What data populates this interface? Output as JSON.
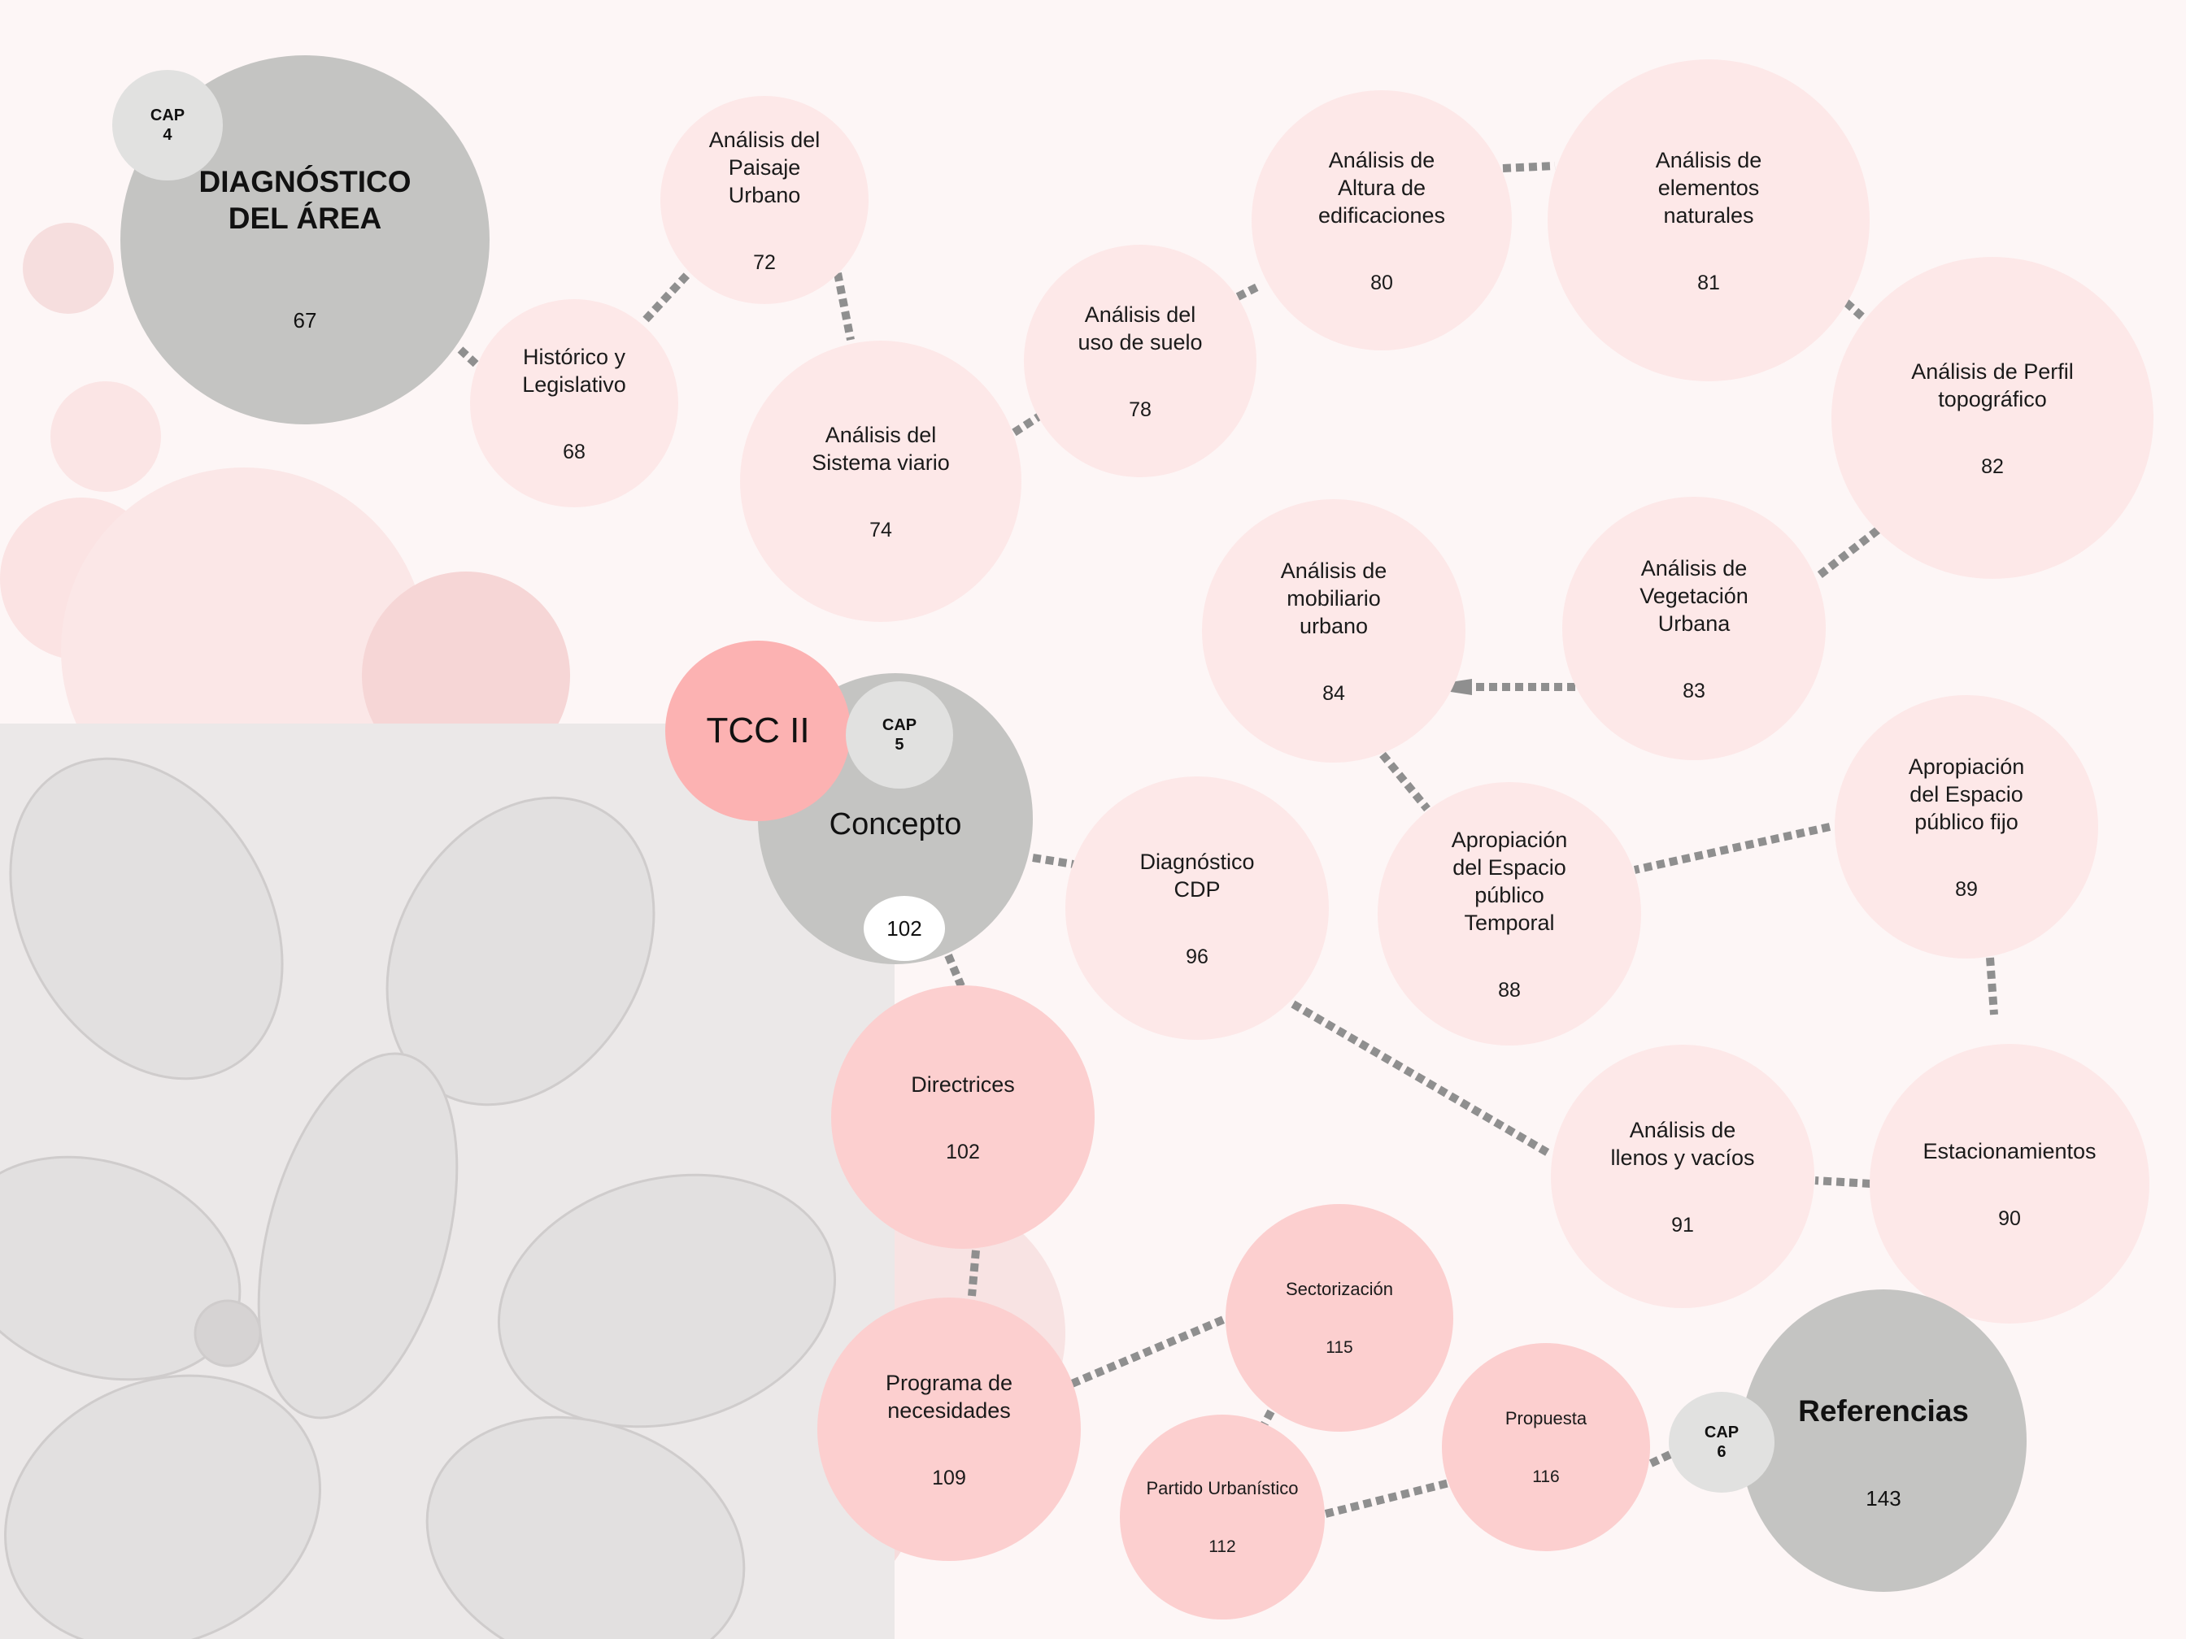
{
  "title_node": {
    "cap": "CAP\n4",
    "label": "DIAGNÓSTICO\nDEL ÁREA",
    "page": "67"
  },
  "concept_node": {
    "cap": "CAP\n5",
    "label": "Concepto",
    "page": "102",
    "tag": "TCC II"
  },
  "ref_node": {
    "cap": "CAP\n6",
    "label": "Referencias",
    "page": "143"
  },
  "topics": [
    {
      "id": "historico",
      "label": "Histórico y\nLegislativo",
      "page": "68"
    },
    {
      "id": "paisaje",
      "label": "Análisis del\nPaisaje\nUrbano",
      "page": "72"
    },
    {
      "id": "viario",
      "label": "Análisis del\nSistema viario",
      "page": "74"
    },
    {
      "id": "suelo",
      "label": "Análisis del\nuso de suelo",
      "page": "78"
    },
    {
      "id": "altura",
      "label": "Análisis de\nAltura de\nedificaciones",
      "page": "80"
    },
    {
      "id": "naturales",
      "label": "Análisis de\nelementos\nnaturales",
      "page": "81"
    },
    {
      "id": "perfil",
      "label": "Análisis de Perfil\ntopográfico",
      "page": "82"
    },
    {
      "id": "vegetacion",
      "label": "Análisis de\nVegetación\nUrbana",
      "page": "83"
    },
    {
      "id": "mobiliario",
      "label": "Análisis de\nmobiliario\nurbano",
      "page": "84"
    },
    {
      "id": "temporal",
      "label": "Apropiación\ndel Espacio\npúblico\nTemporal",
      "page": "88"
    },
    {
      "id": "fijo",
      "label": "Apropiación\ndel Espacio\npúblico fijo",
      "page": "89"
    },
    {
      "id": "estacionamientos",
      "label": "Estacionamientos",
      "page": "90"
    },
    {
      "id": "llenos",
      "label": "Análisis de\nllenos y vacíos",
      "page": "91"
    },
    {
      "id": "cdp",
      "label": "Diagnóstico\nCDP",
      "page": "96"
    },
    {
      "id": "directrices",
      "label": "Directrices",
      "page": "102"
    },
    {
      "id": "programa",
      "label": "Programa de\nnecesidades",
      "page": "109"
    },
    {
      "id": "sectorizacion",
      "label": "Sectorización",
      "page": "115"
    },
    {
      "id": "partido",
      "label": "Partido Urbanístico",
      "page": "112"
    },
    {
      "id": "propuesta",
      "label": "Propuesta",
      "page": "116"
    }
  ]
}
